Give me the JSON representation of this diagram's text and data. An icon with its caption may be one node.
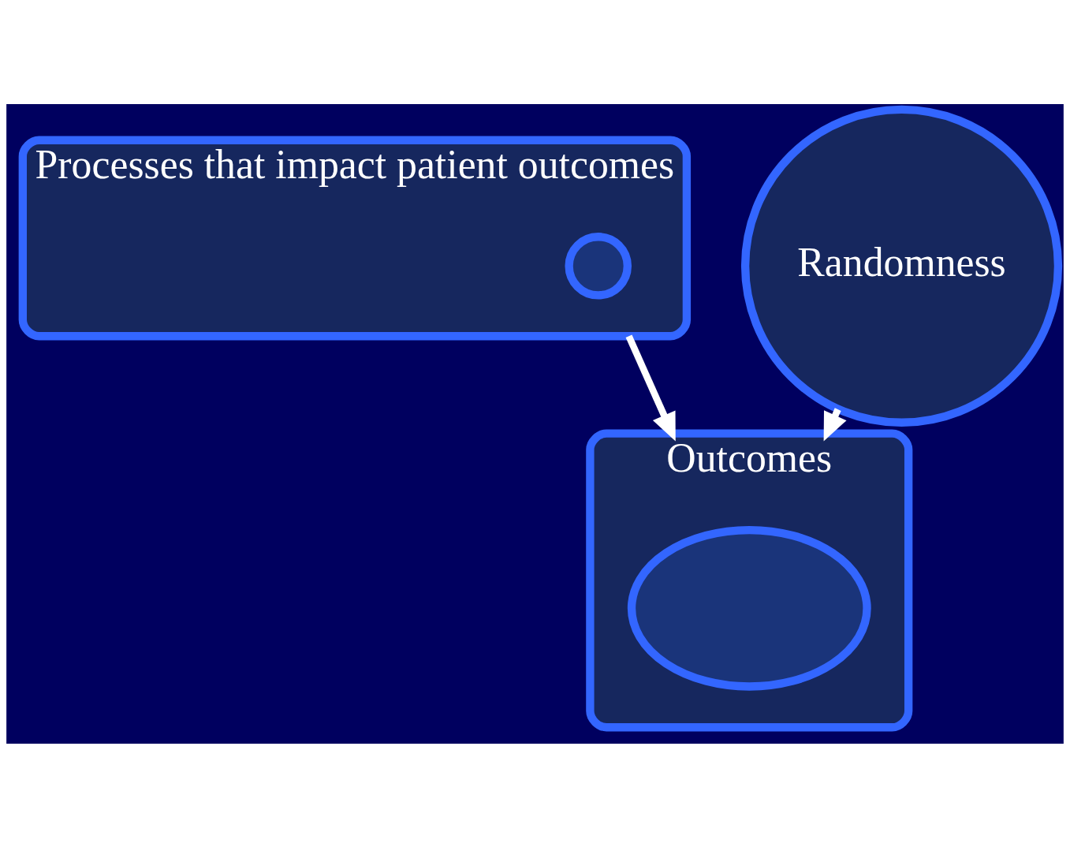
{
  "diagram": {
    "nodes": [
      {
        "text": [
          "Processes that impact patient outcomes"
        ]
      },
      {
        "text": [],
        "shape": "circle",
        "in": 0
      },
      {
        "text": [
          "Randomness"
        ]
      },
      {
        "text": [
          "Outcomes"
        ]
      },
      {
        "text": [],
        "shape": "ellipse",
        "in": 3
      }
    ],
    "edges": [
      {
        "from": 0,
        "to": 3,
        "arrow": "to"
      },
      {
        "from": 2,
        "to": 3,
        "arrow": "to"
      }
    ]
  }
}
